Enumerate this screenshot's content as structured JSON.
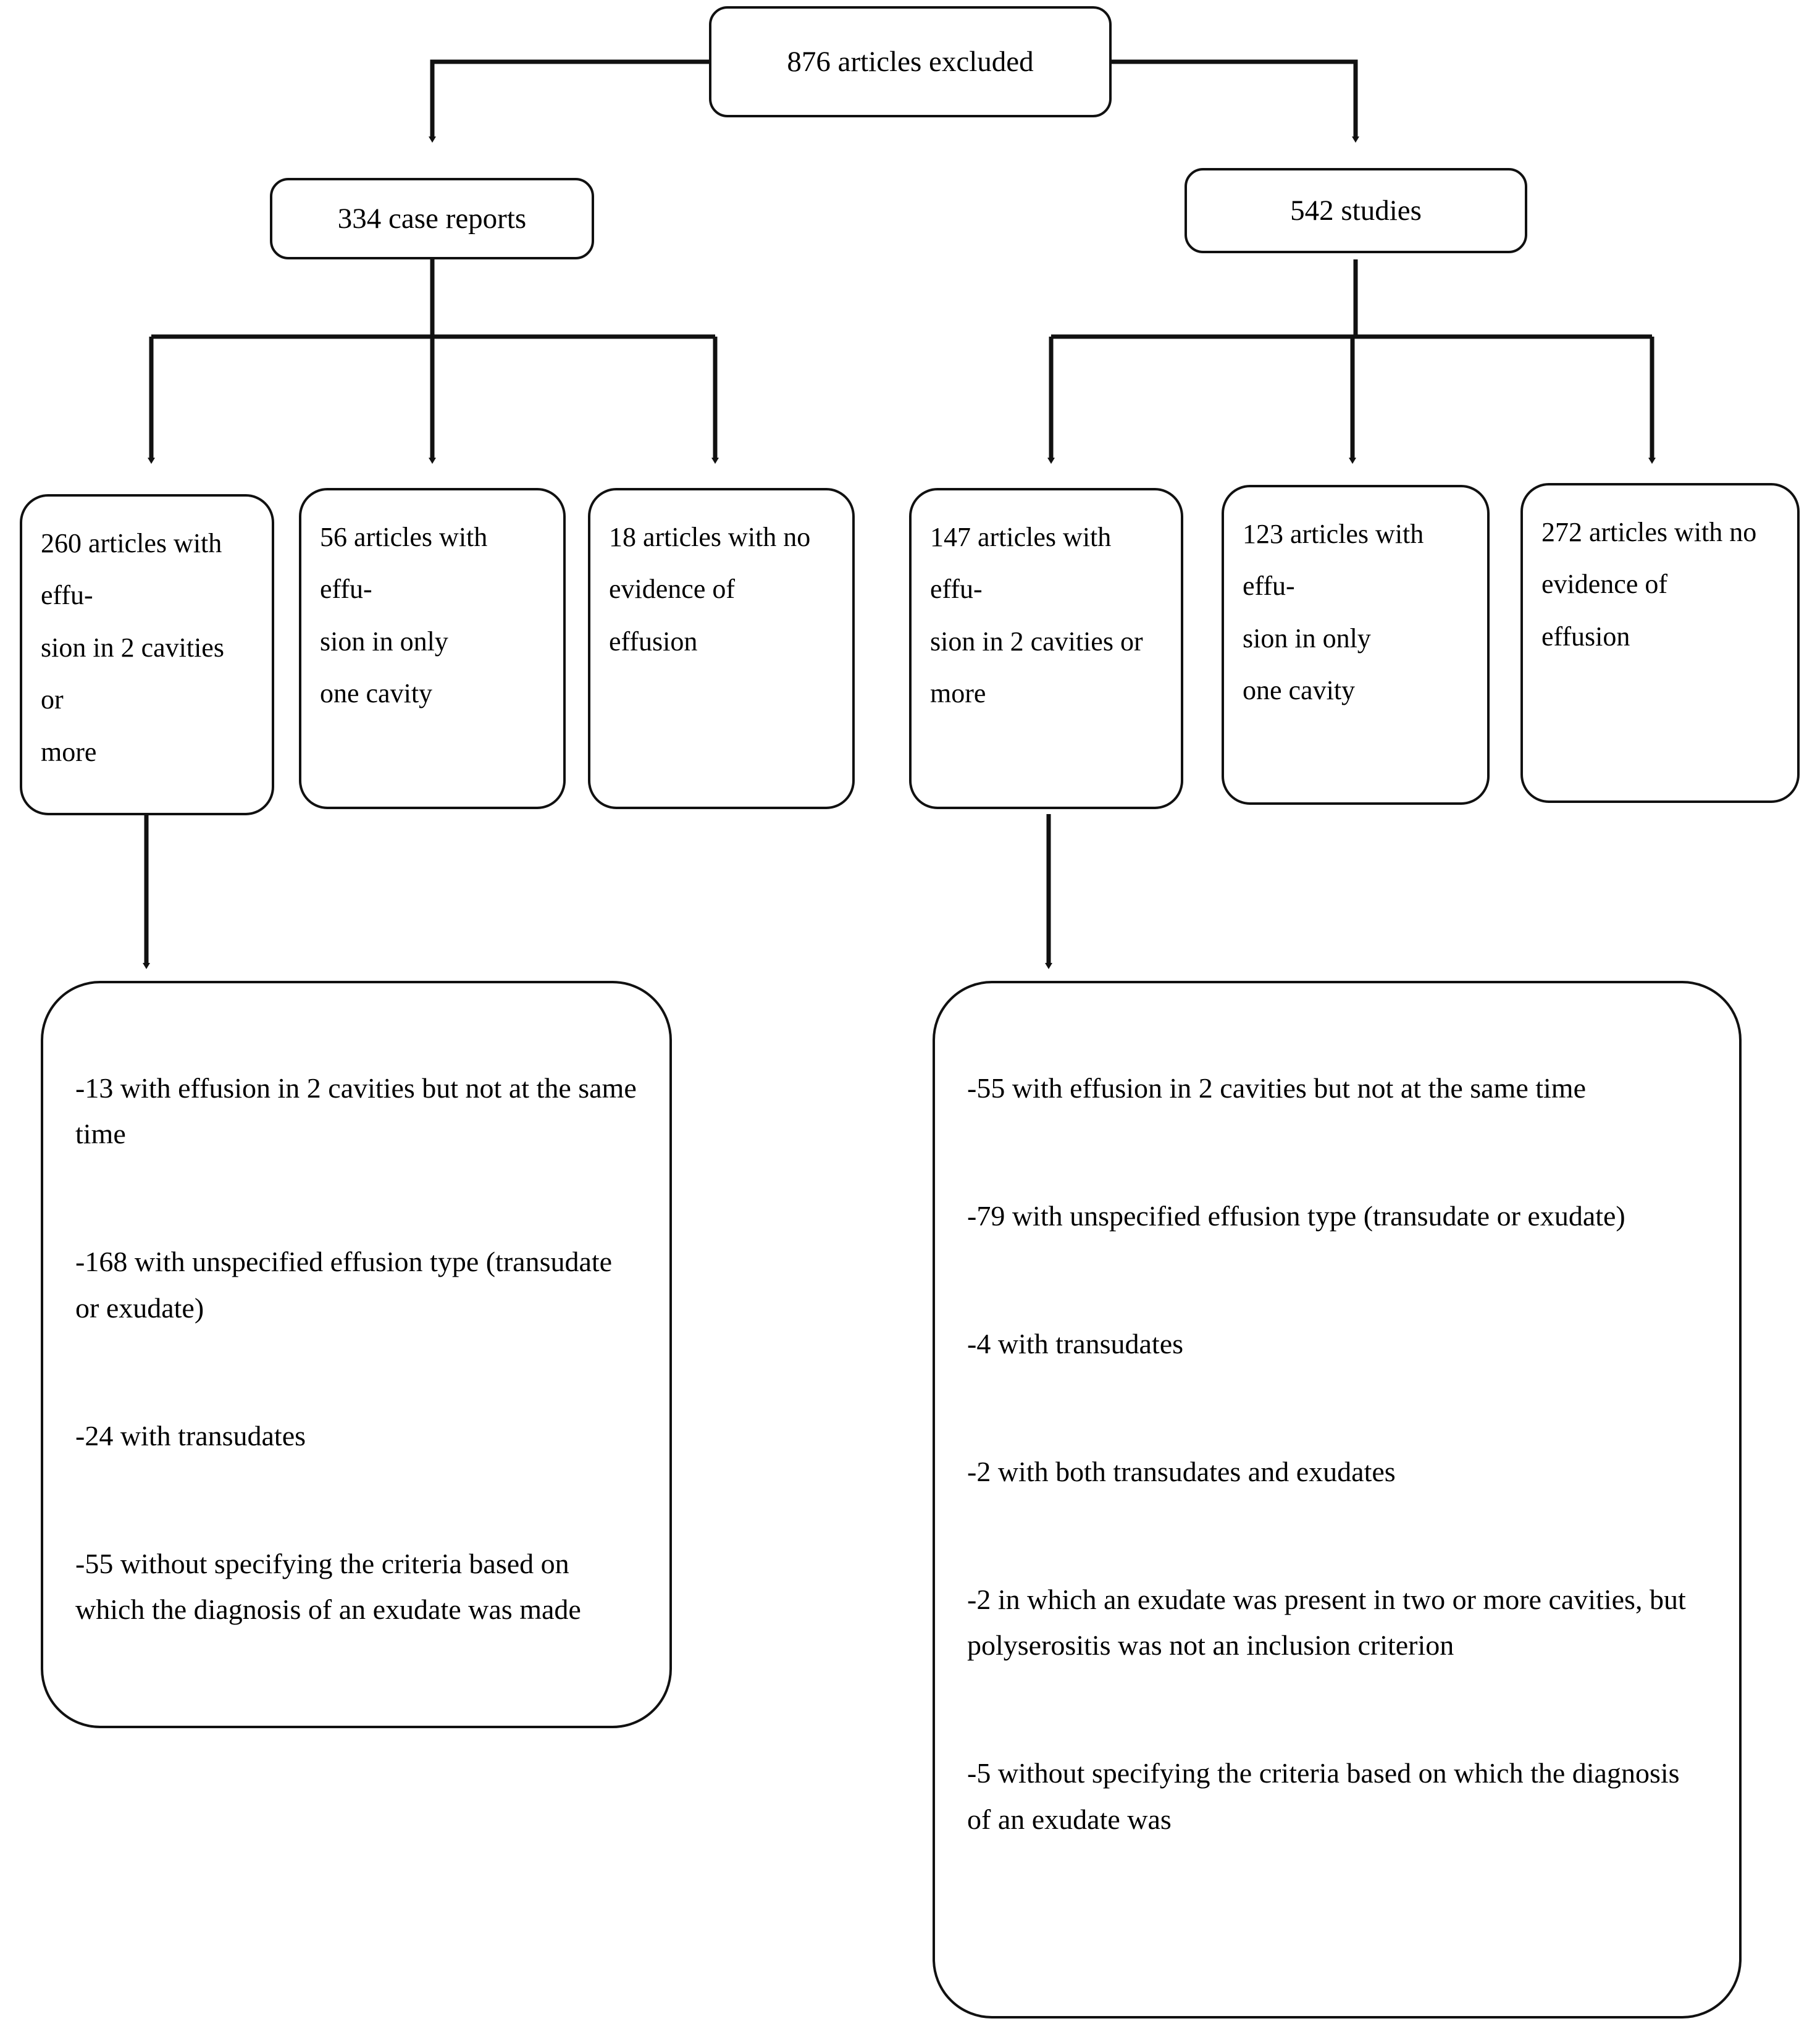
{
  "diagram": {
    "title": "Article exclusion flowchart",
    "colors": {
      "stroke": "#111111",
      "background": "#ffffff",
      "text": "#000000"
    },
    "root": {
      "label": "876 articles excluded"
    },
    "branches": [
      {
        "label": "334 case reports",
        "children": [
          {
            "label": "260 articles with effu-\nsion in 2 cavities or\nmore"
          },
          {
            "label": "56 articles with effu-\nsion in only\none cavity"
          },
          {
            "label": "18 articles with no\nevidence of\neffusion"
          }
        ],
        "detail": {
          "lines": [
            "-13 with effusion in 2 cavities but not at the same time",
            "-168 with unspecified effusion type (transudate or exudate)",
            "-24 with transudates",
            "-55 without specifying the criteria based on which the diagnosis of an exudate was made"
          ]
        }
      },
      {
        "label": "542 studies",
        "children": [
          {
            "label": "147 articles with effu-\nsion in 2 cavities or\nmore"
          },
          {
            "label": "123 articles with effu-\nsion in only\none cavity"
          },
          {
            "label": "272 articles with no\nevidence of\neffusion"
          }
        ],
        "detail": {
          "lines": [
            "-55 with effusion in 2 cavities but not at the same time",
            "-79 with unspecified effusion type (transudate or exudate)",
            "-4 with transudates",
            "-2 with both transudates and exudates",
            "-2 in which an exudate was present in two or more cavities, but polyserositis was not an inclusion criterion",
            "-5 without specifying the criteria based on which the diagnosis of an exudate was"
          ]
        }
      }
    ]
  }
}
